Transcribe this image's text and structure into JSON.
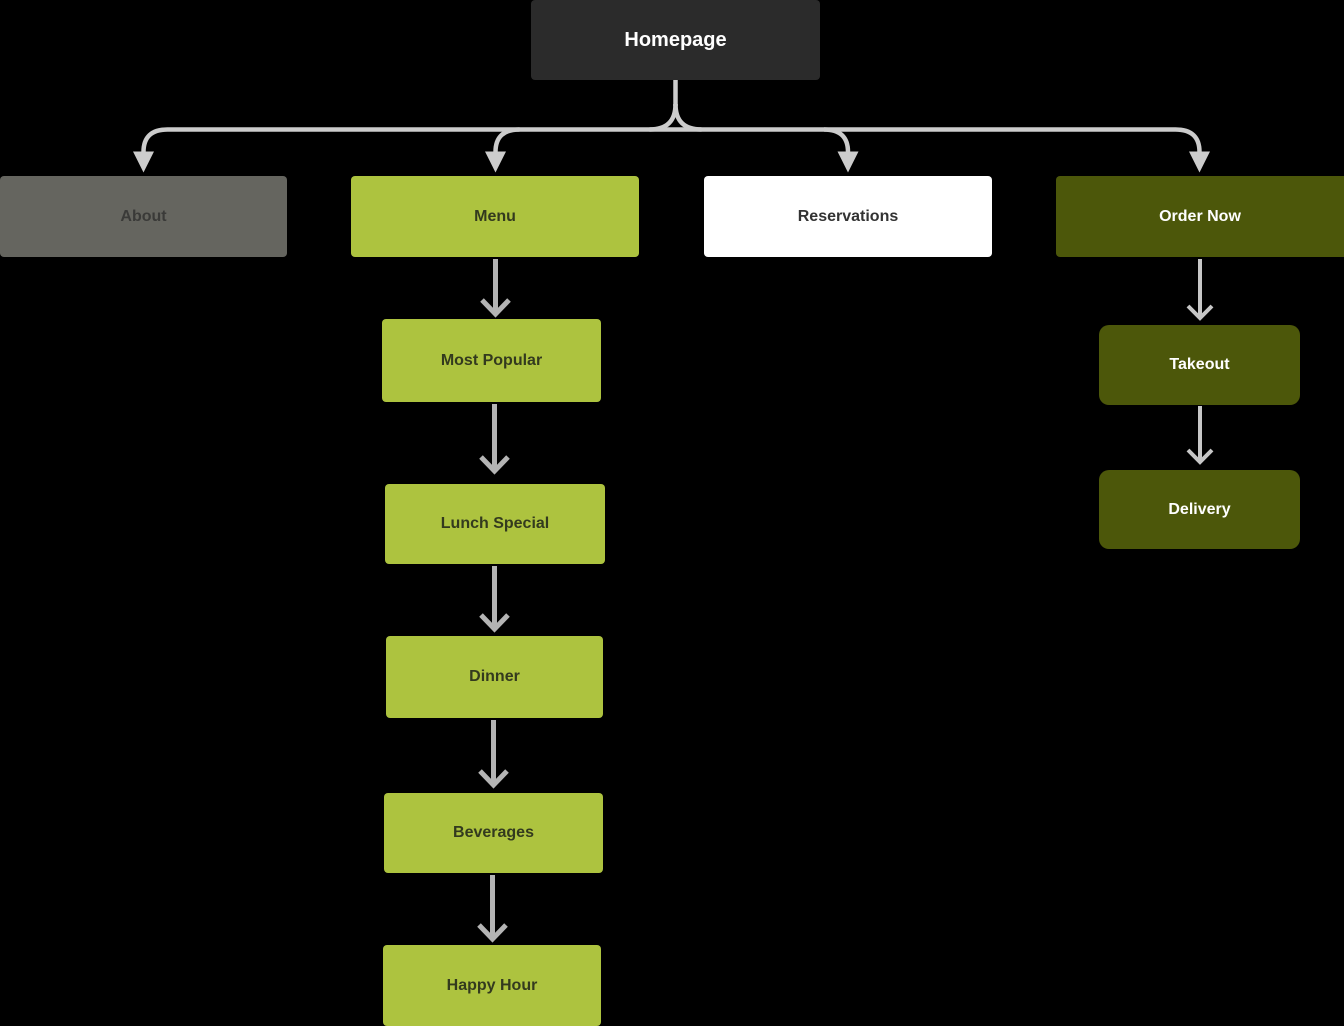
{
  "diagram": {
    "type": "sitemap-flowchart",
    "root": "Homepage",
    "nodes": {
      "homepage": {
        "label": "Homepage"
      },
      "about": {
        "label": "About"
      },
      "menu": {
        "label": "Menu"
      },
      "reservations": {
        "label": "Reservations"
      },
      "order_now": {
        "label": "Order Now"
      },
      "most_popular": {
        "label": "Most Popular"
      },
      "lunch_special": {
        "label": "Lunch Special"
      },
      "dinner": {
        "label": "Dinner"
      },
      "beverages": {
        "label": "Beverages"
      },
      "happy_hour": {
        "label": "Happy Hour"
      },
      "takeout": {
        "label": "Takeout"
      },
      "delivery": {
        "label": "Delivery"
      }
    },
    "edges": [
      {
        "from": "Homepage",
        "to": "About"
      },
      {
        "from": "Homepage",
        "to": "Menu"
      },
      {
        "from": "Homepage",
        "to": "Reservations"
      },
      {
        "from": "Homepage",
        "to": "Order Now"
      },
      {
        "from": "Menu",
        "to": "Most Popular"
      },
      {
        "from": "Most Popular",
        "to": "Lunch Special"
      },
      {
        "from": "Lunch Special",
        "to": "Dinner"
      },
      {
        "from": "Dinner",
        "to": "Beverages"
      },
      {
        "from": "Beverages",
        "to": "Happy Hour"
      },
      {
        "from": "Order Now",
        "to": "Takeout"
      },
      {
        "from": "Takeout",
        "to": "Delivery"
      }
    ],
    "colors": {
      "background": "#000000",
      "homepage_fill": "#2b2b2b",
      "homepage_text": "#ffffff",
      "about_fill": "#65655f",
      "about_text": "#3a3a38",
      "green_fill": "#adc33f",
      "green_text": "#333a1e",
      "white_fill": "#ffffff",
      "white_text": "#333333",
      "olive_fill": "#4c570a",
      "olive_text": "#ffffff",
      "connector_light": "#cccccc",
      "arrow_mid_gray": "#b4b4b4",
      "arrow_light_gray": "#c7c7c7"
    }
  }
}
